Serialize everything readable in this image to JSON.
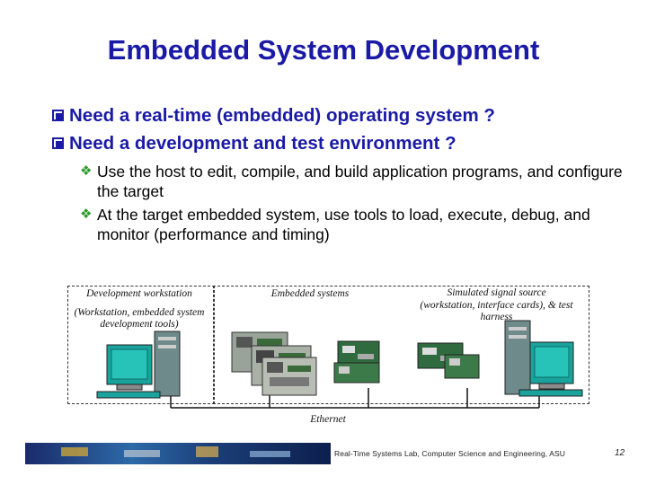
{
  "title": "Embedded System Development",
  "bullets": [
    "Need a real-time (embedded) operating system ?",
    "Need a development and test environment ?"
  ],
  "sub_bullets": [
    "Use the host to edit, compile, and build application programs, and configure the target",
    "At the target embedded system, use tools to load, execute, debug, and monitor (performance and timing)"
  ],
  "diagram": {
    "dev_title": "Development workstation",
    "dev_sub": "(Workstation, embedded system development tools)",
    "emb_title": "Embedded systems",
    "sim_title": "Simulated signal source",
    "sim_sub": "(workstation, interface cards), & test harness",
    "network_label": "Ethernet"
  },
  "footer": {
    "org": "Real-Time Systems Lab, Computer Science and Engineering, ASU",
    "page_number": "12"
  },
  "colors": {
    "title": "#1a1aa6",
    "sub_marker": "#2a9a2a",
    "monitor": "#19a39c"
  }
}
